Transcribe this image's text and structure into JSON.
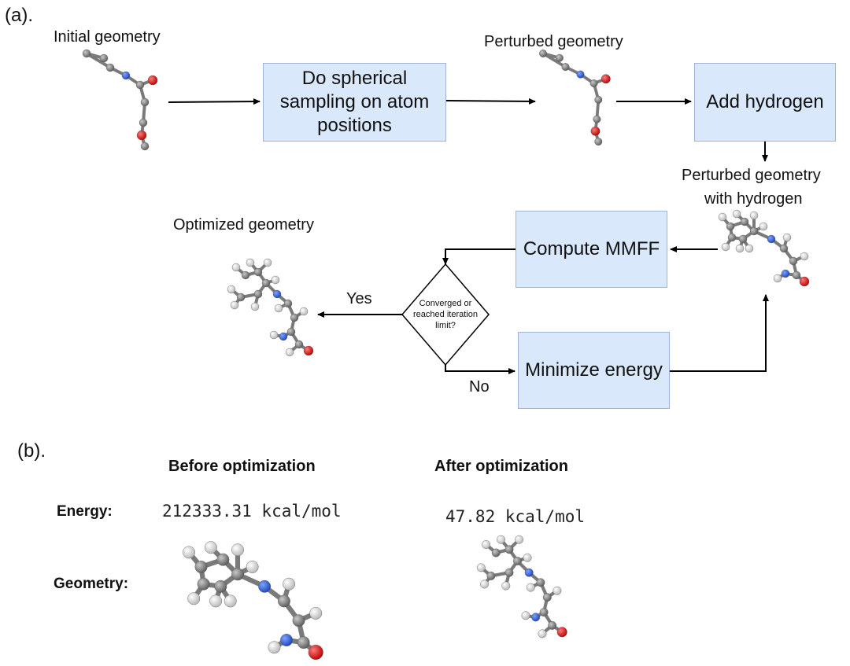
{
  "panel_a": {
    "label": "(a).",
    "initial_geometry": "Initial geometry",
    "perturbed_geometry": "Perturbed geometry",
    "perturbed_with_h_line1": "Perturbed geometry",
    "perturbed_with_h_line2": "with hydrogen",
    "optimized_geometry": "Optimized geometry",
    "box_sampling_line1": "Do spherical",
    "box_sampling_line2": "sampling on atom",
    "box_sampling_line3": "positions",
    "box_add_h": "Add hydrogen",
    "box_mmff": "Compute MMFF",
    "box_minimize": "Minimize energy",
    "decision_line1": "Converged or",
    "decision_line2": "reached iteration",
    "decision_line3": "limit?",
    "yes": "Yes",
    "no": "No"
  },
  "panel_b": {
    "label": "(b).",
    "before_header": "Before optimization",
    "after_header": "After optimization",
    "energy_label": "Energy:",
    "geometry_label": "Geometry:",
    "energy_before": "212333.31  kcal/mol",
    "energy_after": "47.82  kcal/mol"
  },
  "colors": {
    "box_fill": "#dae8fc",
    "carbon": "#7f7f7f",
    "nitrogen": "#2b5fd9",
    "oxygen": "#e01010",
    "hydrogen": "#f2f2f2"
  }
}
